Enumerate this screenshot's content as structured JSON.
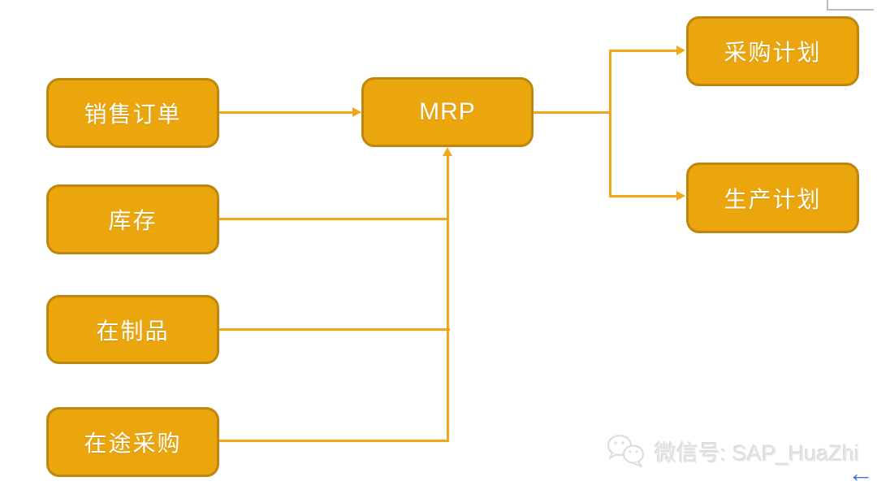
{
  "diagram": {
    "nodes": [
      {
        "id": "sales-order",
        "label": "销售订单"
      },
      {
        "id": "inventory",
        "label": "库存"
      },
      {
        "id": "work-in-process",
        "label": "在制品"
      },
      {
        "id": "in-transit-purchase",
        "label": "在途采购"
      },
      {
        "id": "mrp",
        "label": "MRP"
      },
      {
        "id": "purchase-plan",
        "label": "采购计划"
      },
      {
        "id": "production-plan",
        "label": "生产计划"
      }
    ],
    "edges": [
      {
        "from": "销售订单",
        "to": "MRP"
      },
      {
        "from": "库存",
        "to": "MRP"
      },
      {
        "from": "在制品",
        "to": "MRP"
      },
      {
        "from": "在途采购",
        "to": "MRP"
      },
      {
        "from": "MRP",
        "to": "采购计划"
      },
      {
        "from": "MRP",
        "to": "生产计划"
      }
    ]
  },
  "watermark": {
    "icon": "wechat-icon",
    "label": "微信号: SAP_HuaZhi"
  },
  "cursor_hint": {
    "icon": "blue-left-arrow",
    "glyph": "←"
  },
  "colors": {
    "box_fill": "#EBA60E",
    "box_border": "#BE860D",
    "connector": "#F2A71B",
    "watermark_gray": "#E2E2E2",
    "arrow_blue": "#3B76DB",
    "corner_gray": "#BDBDBD"
  }
}
